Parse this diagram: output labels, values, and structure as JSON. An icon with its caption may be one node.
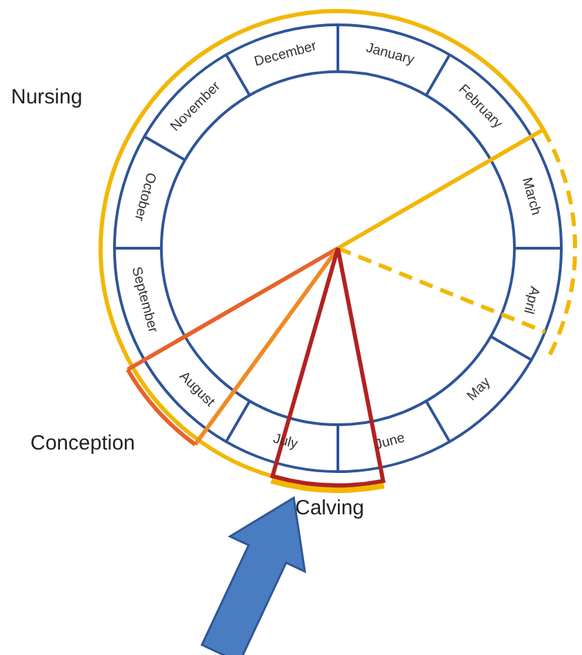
{
  "diagram": {
    "nodes": [
      {
        "text": [
          "Nursing"
        ]
      },
      {
        "text": [
          "Conception"
        ]
      },
      {
        "text": [
          "Calving"
        ]
      }
    ],
    "edges": [
      {
        "from": null,
        "to": 2,
        "arrow": "to",
        "color": "#4a7cc1"
      }
    ],
    "labels": [
      "January",
      "February",
      "March",
      "April",
      "May",
      "June",
      "July",
      "August",
      "September",
      "October",
      "November",
      "December"
    ]
  }
}
